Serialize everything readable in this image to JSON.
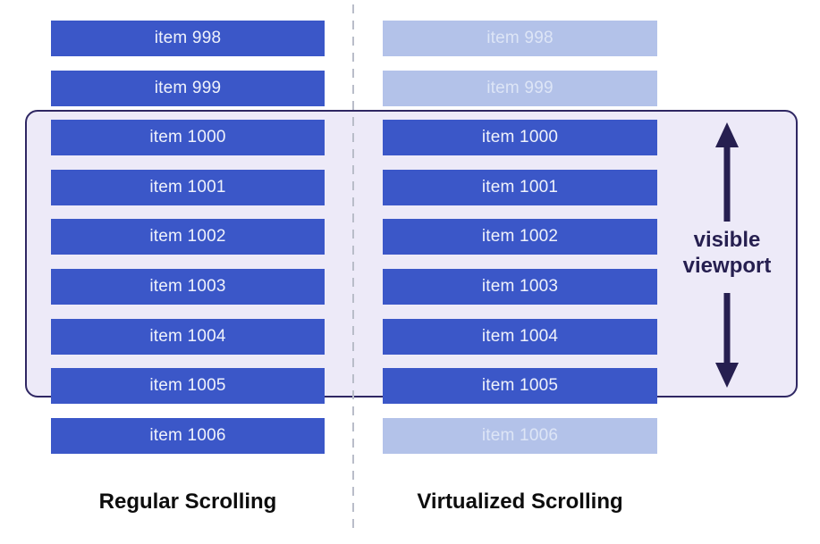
{
  "diagram": {
    "items": [
      {
        "label": "item 998",
        "regular": "solid",
        "virtualized": "faded"
      },
      {
        "label": "item 999",
        "regular": "solid",
        "virtualized": "faded"
      },
      {
        "label": "item 1000",
        "regular": "solid",
        "virtualized": "solid"
      },
      {
        "label": "item 1001",
        "regular": "solid",
        "virtualized": "solid"
      },
      {
        "label": "item 1002",
        "regular": "solid",
        "virtualized": "solid"
      },
      {
        "label": "item 1003",
        "regular": "solid",
        "virtualized": "solid"
      },
      {
        "label": "item 1004",
        "regular": "solid",
        "virtualized": "solid"
      },
      {
        "label": "item 1005",
        "regular": "solid",
        "virtualized": "solid"
      },
      {
        "label": "item 1006",
        "regular": "solid",
        "virtualized": "faded"
      }
    ],
    "columns": {
      "regular_label": "Regular Scrolling",
      "virtualized_label": "Virtualized Scrolling"
    },
    "viewport": {
      "label_line1": "visible",
      "label_line2": "viewport"
    },
    "icons": {
      "arrow": "double-headed-vertical-arrow-icon"
    },
    "colors": {
      "item_solid": "#3b57c8",
      "item_faded": "#b3c2e9",
      "item_text_solid": "#eff2fb",
      "item_text_faded": "#dde5f6",
      "viewport_fill": "#edeaf8",
      "viewport_border": "#2f2763",
      "arrow": "#261f50",
      "divider": "#b9bdc9",
      "label_text": "#0d0d0d"
    }
  }
}
